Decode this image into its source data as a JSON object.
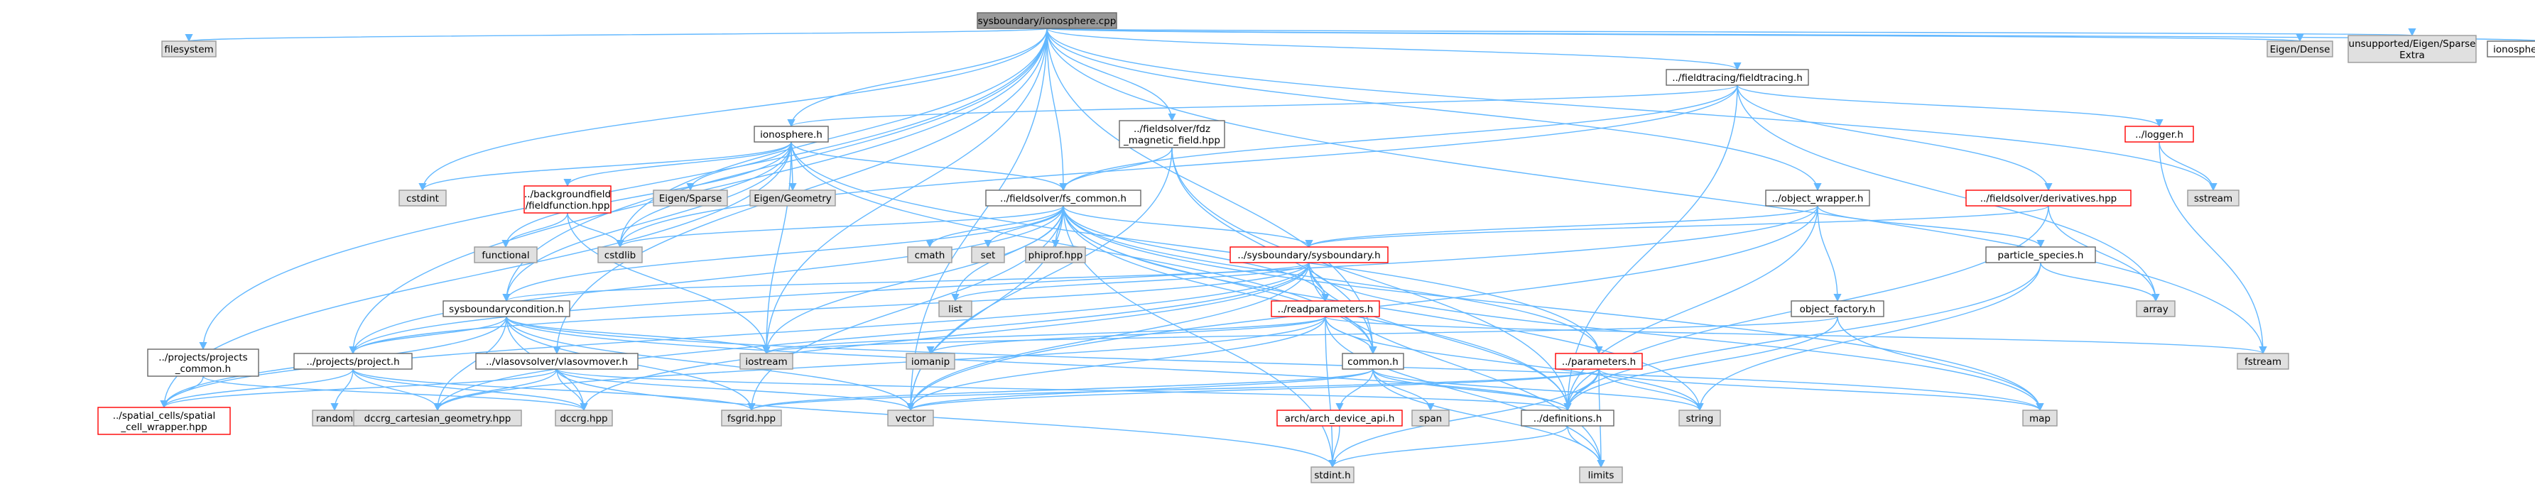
{
  "colors": {
    "root_fill": "#999999",
    "root_stroke": "#666666",
    "normal_fill": "#ffffff",
    "normal_stroke": "#666666",
    "red_stroke": "#ff0000",
    "external_fill": "#e0e0e0",
    "external_stroke": "#999999",
    "edge": "#63b8ff"
  },
  "nodes": [
    {
      "id": "root",
      "lines": [
        "sysboundary/ionosphere.cpp"
      ],
      "kind": "root"
    },
    {
      "id": "filesystem",
      "lines": [
        "filesystem"
      ],
      "kind": "external"
    },
    {
      "id": "fieldtracing",
      "lines": [
        "../fieldtracing/fieldtracing.h"
      ],
      "kind": "normal"
    },
    {
      "id": "eigen_dense",
      "lines": [
        "Eigen/Dense"
      ],
      "kind": "external"
    },
    {
      "id": "eigen_sparse_extra",
      "lines": [
        "unsupported/Eigen/Sparse",
        "Extra"
      ],
      "kind": "external"
    },
    {
      "id": "ionosphere_tables",
      "lines": [
        "ionosphere_tables.h"
      ],
      "kind": "normal"
    },
    {
      "id": "logger",
      "lines": [
        "../logger.h"
      ],
      "kind": "red"
    },
    {
      "id": "ionosphere_h",
      "lines": [
        "ionosphere.h"
      ],
      "kind": "normal"
    },
    {
      "id": "fdz",
      "lines": [
        "../fieldsolver/fdz",
        "_magnetic_field.hpp"
      ],
      "kind": "normal"
    },
    {
      "id": "sstream",
      "lines": [
        "sstream"
      ],
      "kind": "external"
    },
    {
      "id": "object_wrapper",
      "lines": [
        "../object_wrapper.h"
      ],
      "kind": "normal"
    },
    {
      "id": "derivatives",
      "lines": [
        "../fieldsolver/derivatives.hpp"
      ],
      "kind": "red"
    },
    {
      "id": "cstdint",
      "lines": [
        "cstdint"
      ],
      "kind": "external"
    },
    {
      "id": "backgroundfield",
      "lines": [
        "../backgroundfield",
        "/fieldfunction.hpp"
      ],
      "kind": "red"
    },
    {
      "id": "eigen_sparse",
      "lines": [
        "Eigen/Sparse"
      ],
      "kind": "external"
    },
    {
      "id": "eigen_geometry",
      "lines": [
        "Eigen/Geometry"
      ],
      "kind": "external"
    },
    {
      "id": "fs_common",
      "lines": [
        "../fieldsolver/fs_common.h"
      ],
      "kind": "normal"
    },
    {
      "id": "particle_species",
      "lines": [
        "particle_species.h"
      ],
      "kind": "normal"
    },
    {
      "id": "functional",
      "lines": [
        "functional"
      ],
      "kind": "external"
    },
    {
      "id": "cstdlib",
      "lines": [
        "cstdlib"
      ],
      "kind": "external"
    },
    {
      "id": "cmath",
      "lines": [
        "cmath"
      ],
      "kind": "external"
    },
    {
      "id": "set",
      "lines": [
        "set"
      ],
      "kind": "external"
    },
    {
      "id": "phiprof",
      "lines": [
        "phiprof.hpp"
      ],
      "kind": "external"
    },
    {
      "id": "sysboundary_h",
      "lines": [
        "../sysboundary/sysboundary.h"
      ],
      "kind": "red"
    },
    {
      "id": "array",
      "lines": [
        "array"
      ],
      "kind": "external"
    },
    {
      "id": "fstream",
      "lines": [
        "fstream"
      ],
      "kind": "external"
    },
    {
      "id": "list",
      "lines": [
        "list"
      ],
      "kind": "external"
    },
    {
      "id": "sysboundarycondition",
      "lines": [
        "sysboundarycondition.h"
      ],
      "kind": "normal"
    },
    {
      "id": "readparameters",
      "lines": [
        "../readparameters.h"
      ],
      "kind": "red"
    },
    {
      "id": "object_factory",
      "lines": [
        "object_factory.h"
      ],
      "kind": "normal"
    },
    {
      "id": "projects_common",
      "lines": [
        "../projects/projects",
        "_common.h"
      ],
      "kind": "normal"
    },
    {
      "id": "project_h",
      "lines": [
        "../projects/project.h"
      ],
      "kind": "normal"
    },
    {
      "id": "vlasovmover",
      "lines": [
        "../vlasovsolver/vlasovmover.h"
      ],
      "kind": "normal"
    },
    {
      "id": "iostream",
      "lines": [
        "iostream"
      ],
      "kind": "external"
    },
    {
      "id": "iomanip",
      "lines": [
        "iomanip"
      ],
      "kind": "external"
    },
    {
      "id": "common_h",
      "lines": [
        "common.h"
      ],
      "kind": "normal"
    },
    {
      "id": "parameters",
      "lines": [
        "../parameters.h"
      ],
      "kind": "red"
    },
    {
      "id": "spatial_cell",
      "lines": [
        "../spatial_cells/spatial",
        "_cell_wrapper.hpp"
      ],
      "kind": "red"
    },
    {
      "id": "random",
      "lines": [
        "random"
      ],
      "kind": "external"
    },
    {
      "id": "dccrg_cart",
      "lines": [
        "dccrg_cartesian_geometry.hpp"
      ],
      "kind": "external"
    },
    {
      "id": "dccrg",
      "lines": [
        "dccrg.hpp"
      ],
      "kind": "external"
    },
    {
      "id": "fsgrid",
      "lines": [
        "fsgrid.hpp"
      ],
      "kind": "external"
    },
    {
      "id": "vector",
      "lines": [
        "vector"
      ],
      "kind": "external"
    },
    {
      "id": "arch",
      "lines": [
        "arch/arch_device_api.h"
      ],
      "kind": "red"
    },
    {
      "id": "span",
      "lines": [
        "span"
      ],
      "kind": "external"
    },
    {
      "id": "definitions",
      "lines": [
        "../definitions.h"
      ],
      "kind": "normal"
    },
    {
      "id": "string",
      "lines": [
        "string"
      ],
      "kind": "external"
    },
    {
      "id": "map",
      "lines": [
        "map"
      ],
      "kind": "external"
    },
    {
      "id": "stdint",
      "lines": [
        "stdint.h"
      ],
      "kind": "external"
    },
    {
      "id": "limits",
      "lines": [
        "limits"
      ],
      "kind": "external"
    }
  ],
  "edges": [
    [
      "root",
      "filesystem"
    ],
    [
      "root",
      "fieldtracing"
    ],
    [
      "root",
      "eigen_dense"
    ],
    [
      "root",
      "eigen_sparse_extra"
    ],
    [
      "root",
      "ionosphere_tables"
    ],
    [
      "root",
      "ionosphere_h"
    ],
    [
      "root",
      "fdz"
    ],
    [
      "root",
      "sstream"
    ],
    [
      "root",
      "object_wrapper"
    ],
    [
      "root",
      "fs_common"
    ],
    [
      "root",
      "cstdint"
    ],
    [
      "root",
      "cstdlib"
    ],
    [
      "root",
      "fstream"
    ],
    [
      "root",
      "projects_common"
    ],
    [
      "root",
      "project_h"
    ],
    [
      "root",
      "vlasovmover"
    ],
    [
      "root",
      "iostream"
    ],
    [
      "root",
      "common_h"
    ],
    [
      "root",
      "vector"
    ],
    [
      "root",
      "sysboundarycondition"
    ],
    [
      "fieldtracing",
      "logger"
    ],
    [
      "fieldtracing",
      "ionosphere_h"
    ],
    [
      "fieldtracing",
      "fs_common"
    ],
    [
      "fieldtracing",
      "derivatives"
    ],
    [
      "fieldtracing",
      "array"
    ],
    [
      "fieldtracing",
      "definitions"
    ],
    [
      "fieldtracing",
      "cstdlib"
    ],
    [
      "logger",
      "sstream"
    ],
    [
      "logger",
      "fstream"
    ],
    [
      "ionosphere_h",
      "cstdint"
    ],
    [
      "ionosphere_h",
      "backgroundfield"
    ],
    [
      "ionosphere_h",
      "eigen_sparse"
    ],
    [
      "ionosphere_h",
      "eigen_geometry"
    ],
    [
      "ionosphere_h",
      "fs_common"
    ],
    [
      "ionosphere_h",
      "functional"
    ],
    [
      "ionosphere_h",
      "sysboundarycondition"
    ],
    [
      "ionosphere_h",
      "spatial_cell"
    ],
    [
      "ionosphere_h",
      "parameters"
    ],
    [
      "ionosphere_h",
      "common_h"
    ],
    [
      "ionosphere_h",
      "iostream"
    ],
    [
      "ionosphere_h",
      "cstdlib"
    ],
    [
      "fdz",
      "fs_common"
    ],
    [
      "fdz",
      "vector"
    ],
    [
      "fdz",
      "common_h"
    ],
    [
      "fdz",
      "definitions"
    ],
    [
      "object_wrapper",
      "sysboundary_h"
    ],
    [
      "object_wrapper",
      "particle_species"
    ],
    [
      "object_wrapper",
      "object_factory"
    ],
    [
      "object_wrapper",
      "definitions"
    ],
    [
      "object_wrapper",
      "project_h"
    ],
    [
      "object_wrapper",
      "vector"
    ],
    [
      "derivatives",
      "sysboundary_h"
    ],
    [
      "derivatives",
      "array"
    ],
    [
      "derivatives",
      "definitions"
    ],
    [
      "backgroundfield",
      "functional"
    ],
    [
      "backgroundfield",
      "cstdlib"
    ],
    [
      "backgroundfield",
      "iostream"
    ],
    [
      "fs_common",
      "cstdlib"
    ],
    [
      "fs_common",
      "cmath"
    ],
    [
      "fs_common",
      "set"
    ],
    [
      "fs_common",
      "phiprof"
    ],
    [
      "fs_common",
      "sysboundary_h"
    ],
    [
      "fs_common",
      "list"
    ],
    [
      "fs_common",
      "sysboundarycondition"
    ],
    [
      "fs_common",
      "readparameters"
    ],
    [
      "fs_common",
      "iostream"
    ],
    [
      "fs_common",
      "common_h"
    ],
    [
      "fs_common",
      "parameters"
    ],
    [
      "fs_common",
      "fsgrid"
    ],
    [
      "fs_common",
      "vector"
    ],
    [
      "fs_common",
      "stdint"
    ],
    [
      "fs_common",
      "map"
    ],
    [
      "fs_common",
      "definitions"
    ],
    [
      "fs_common",
      "project_h"
    ],
    [
      "fs_common",
      "string"
    ],
    [
      "particle_species",
      "array"
    ],
    [
      "particle_species",
      "string"
    ],
    [
      "particle_species",
      "definitions"
    ],
    [
      "sysboundary_h",
      "list"
    ],
    [
      "sysboundary_h",
      "sysboundarycondition"
    ],
    [
      "sysboundary_h",
      "readparameters"
    ],
    [
      "sysboundary_h",
      "map"
    ],
    [
      "sysboundary_h",
      "vector"
    ],
    [
      "sysboundary_h",
      "project_h"
    ],
    [
      "sysboundary_h",
      "dccrg"
    ],
    [
      "sysboundary_h",
      "spatial_cell"
    ],
    [
      "sysboundary_h",
      "definitions"
    ],
    [
      "sysboundary_h",
      "limits"
    ],
    [
      "sysboundary_h",
      "dccrg_cart"
    ],
    [
      "sysboundarycondition",
      "project_h"
    ],
    [
      "sysboundarycondition",
      "spatial_cell"
    ],
    [
      "sysboundarycondition",
      "dccrg_cart"
    ],
    [
      "sysboundarycondition",
      "dccrg"
    ],
    [
      "sysboundarycondition",
      "fsgrid"
    ],
    [
      "sysboundarycondition",
      "iostream"
    ],
    [
      "sysboundarycondition",
      "vector"
    ],
    [
      "sysboundarycondition",
      "definitions"
    ],
    [
      "sysboundarycondition",
      "map"
    ],
    [
      "readparameters",
      "iomanip"
    ],
    [
      "readparameters",
      "iostream"
    ],
    [
      "readparameters",
      "common_h"
    ],
    [
      "readparameters",
      "vector"
    ],
    [
      "readparameters",
      "string"
    ],
    [
      "readparameters",
      "stdint"
    ],
    [
      "readparameters",
      "limits"
    ],
    [
      "readparameters",
      "fstream"
    ],
    [
      "readparameters",
      "dccrg_cart"
    ],
    [
      "object_factory",
      "iostream"
    ],
    [
      "object_factory",
      "map"
    ],
    [
      "object_factory",
      "definitions"
    ],
    [
      "projects_common",
      "spatial_cell"
    ],
    [
      "projects_common",
      "dccrg"
    ],
    [
      "project_h",
      "spatial_cell"
    ],
    [
      "project_h",
      "random"
    ],
    [
      "project_h",
      "dccrg_cart"
    ],
    [
      "project_h",
      "dccrg"
    ],
    [
      "project_h",
      "fsgrid"
    ],
    [
      "vlasovmover",
      "spatial_cell"
    ],
    [
      "vlasovmover",
      "dccrg_cart"
    ],
    [
      "vlasovmover",
      "dccrg"
    ],
    [
      "vlasovmover",
      "vector"
    ],
    [
      "vlasovmover",
      "definitions"
    ],
    [
      "vlasovmover",
      "stdint"
    ],
    [
      "common_h",
      "fsgrid"
    ],
    [
      "common_h",
      "vector"
    ],
    [
      "common_h",
      "arch"
    ],
    [
      "common_h",
      "span"
    ],
    [
      "common_h",
      "definitions"
    ],
    [
      "common_h",
      "limits"
    ],
    [
      "common_h",
      "string"
    ],
    [
      "parameters",
      "vector"
    ],
    [
      "parameters",
      "definitions"
    ],
    [
      "parameters",
      "string"
    ],
    [
      "parameters",
      "map"
    ],
    [
      "parameters",
      "stdint"
    ],
    [
      "parameters",
      "limits"
    ],
    [
      "parameters",
      "fsgrid"
    ],
    [
      "arch",
      "stdint"
    ],
    [
      "definitions",
      "stdint"
    ],
    [
      "definitions",
      "limits"
    ]
  ]
}
